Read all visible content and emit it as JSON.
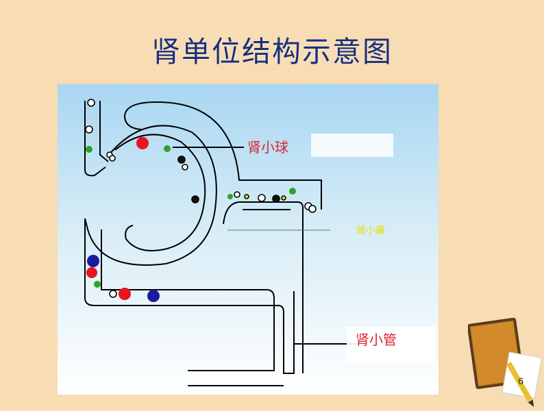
{
  "slide": {
    "title": "肾单位结构示意图",
    "page_number": "6"
  },
  "labels": {
    "glomerulus": "肾小球",
    "capsule": "肾小囊",
    "tubule": "肾小管"
  },
  "colors": {
    "background": "#f8dcb4",
    "title": "#1a2f7a",
    "label_red": "#e0202a",
    "label_yellow": "#e8e000",
    "particle_red": "#e8141e",
    "particle_green": "#2aa52a",
    "particle_blue": "#1a1aa0",
    "particle_black": "#111111"
  },
  "icons": {
    "decoration": "book-pencil-icon"
  }
}
